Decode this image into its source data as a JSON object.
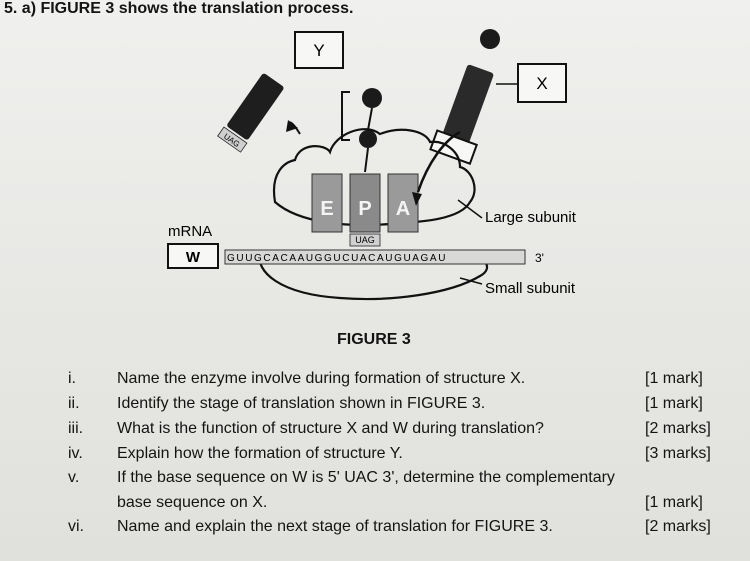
{
  "question": {
    "title": "5. a) FIGURE 3 shows the translation process.",
    "figure_caption": "FIGURE 3"
  },
  "figure": {
    "label_y": "Y",
    "label_x": "X",
    "label_w": "W",
    "label_mrna": "mRNA",
    "label_large": "Large subunit",
    "label_small": "Small subunit",
    "label_three": "3'",
    "site_e": "E",
    "site_p": "P",
    "site_a": "A",
    "codon_top": "UAG",
    "codon_left": "UAG",
    "bases": "GUUGCACAAUGGUCUACAUGUAGAU"
  },
  "items": [
    {
      "num": "i.",
      "text": "Name the enzyme involve during formation of structure X.",
      "mark": "[1 mark]"
    },
    {
      "num": "ii.",
      "text": "Identify the stage of translation shown in FIGURE 3.",
      "mark": "[1 mark]"
    },
    {
      "num": "iii.",
      "text": "What is the function of structure X and W during translation?",
      "mark": "[2 marks]"
    },
    {
      "num": "iv.",
      "text": "Explain how the formation of structure Y.",
      "mark": "[3 marks]"
    },
    {
      "num": "v.",
      "text": "If the base sequence on W is 5' UAC 3', determine the complementary",
      "text2": "base sequence on X.",
      "mark": "[1 mark]"
    },
    {
      "num": "vi.",
      "text": "Name and explain the next stage of translation for FIGURE 3.",
      "mark": "[2 marks]"
    }
  ]
}
